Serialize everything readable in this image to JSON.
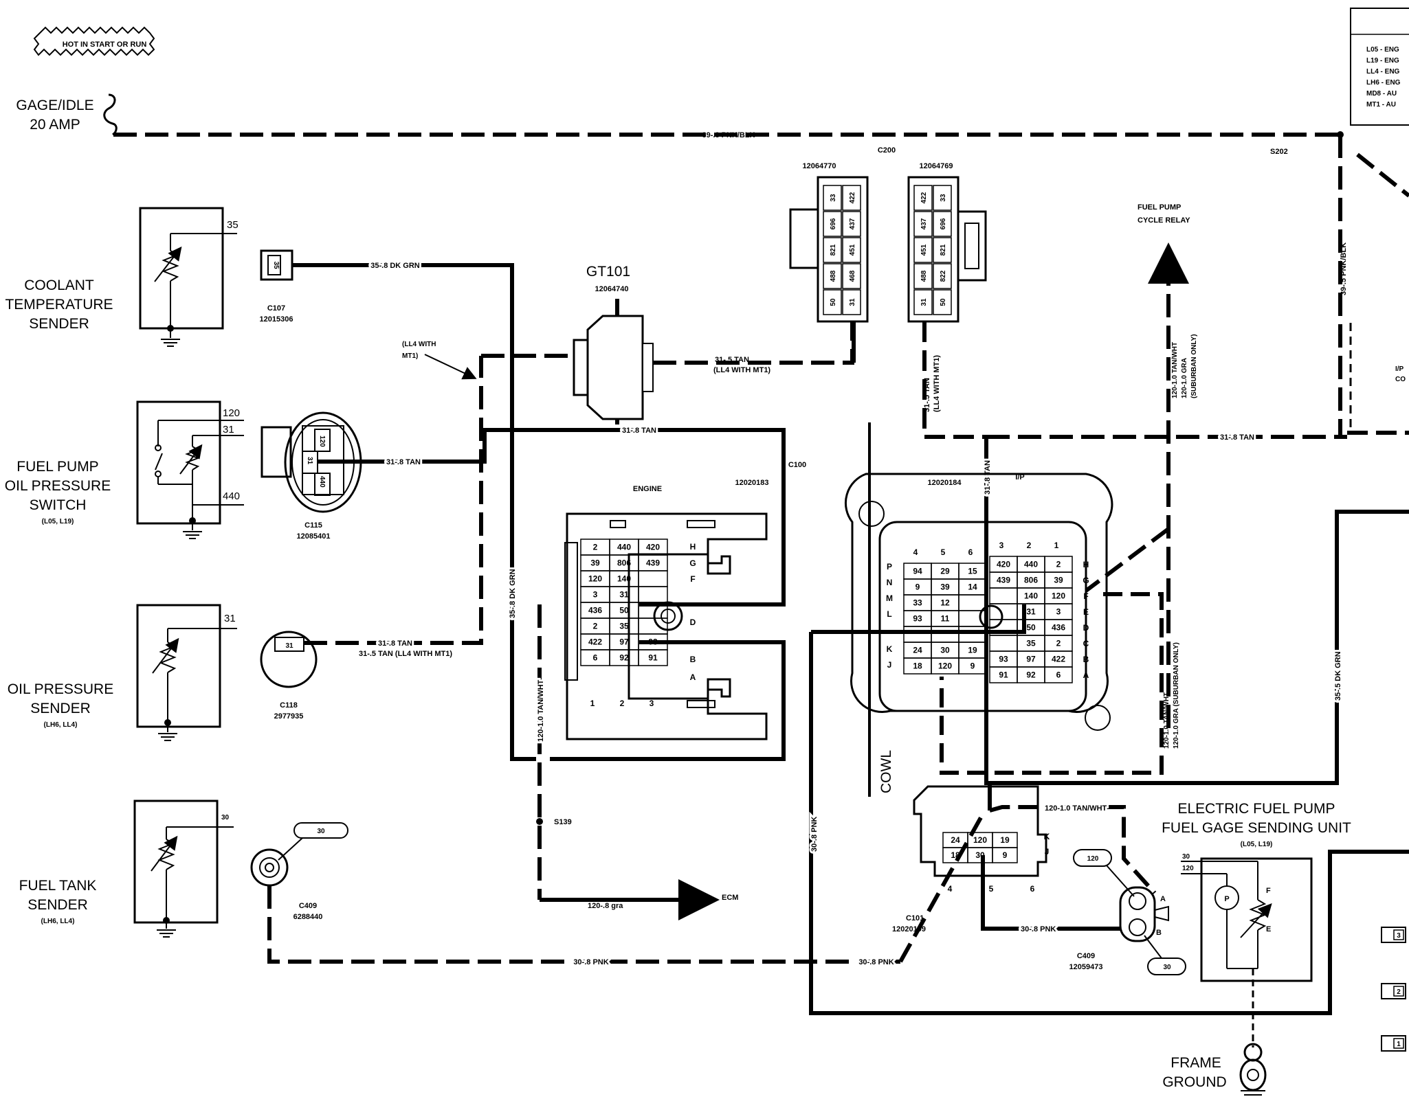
{
  "colors": {
    "ink": "#000000",
    "paper": "#ffffff"
  },
  "hot_tag": "HOT IN START OR RUN",
  "fuse": {
    "line1": "GAGE/IDLE",
    "line2": "20 AMP"
  },
  "wires": {
    "feed": "39-.8 PNK/BLK",
    "feed_vertical": "39-.5 PNK/BLK",
    "coolant": "35-.8 DK GRN",
    "coolant_vertical": "35-.8 DK GRN",
    "coolant_right": "35-.5 DK GRN",
    "oil_sw": "31-.8 TAN",
    "oil_sender_1": "31-.8 TAN",
    "oil_sender_2": "31-.5 TAN (LL4 WITH MT1)",
    "gt101_right_1": "31-.5 TAN",
    "gt101_right_2": "(LL4 WITH MT1)",
    "gt101_below": "31-.8 TAN",
    "c200_down_1": "31-.5 TAN",
    "c200_down_2": "(LL4 WITH MT1)",
    "ip_tan": "31-.8 TAN",
    "ip_vertical": "31-.8 TAN",
    "relay_1": "120-1.0 TAN/WHT",
    "relay_2": "120-1.0 GRA",
    "relay_3": "(SUBURBAN ONLY)",
    "pump_1": "120-1.0 TAN/WHT",
    "pump_2": "120-1.0 GRA (SUBURBAN ONLY)",
    "engine_vertical": "120-1.0 TAN/WHT",
    "ecm": "120-.8 gra",
    "c101_out": "120-1.0 TAN/WHT",
    "c101_pnk": "30-.8 PNK",
    "pnk_vertical": "30-.8 PNK",
    "tank_1": "30-.8 PNK",
    "tank_2": "30-.8 PNK"
  },
  "components": {
    "coolant_sender": {
      "l1": "COOLANT",
      "l2": "TEMPERATURE",
      "l3": "SENDER",
      "pin": "35"
    },
    "fuel_pump_switch": {
      "l1": "FUEL PUMP",
      "l2": "OIL PRESSURE",
      "l3": "SWITCH",
      "sub": "(L05, L19)",
      "pins": [
        "120",
        "31",
        "440"
      ]
    },
    "oil_sender": {
      "l1": "OIL PRESSURE",
      "l2": "SENDER",
      "sub": "(LH6, LL4)",
      "pin": "31"
    },
    "tank_sender": {
      "l1": "FUEL TANK",
      "l2": "SENDER",
      "sub": "(LH6, LL4)",
      "pin": "30"
    },
    "pump_unit": {
      "l1": "ELECTRIC FUEL PUMP",
      "l2": "FUEL GAGE SENDING UNIT",
      "sub": "(L05, L19)",
      "pins": [
        "30",
        "120",
        "F",
        "E"
      ]
    },
    "frame_ground": {
      "l1": "FRAME",
      "l2": "GROUND"
    },
    "relay": {
      "l1": "FUEL PUMP",
      "l2": "CYCLE RELAY"
    },
    "ecm": "ECM"
  },
  "connectors": {
    "c107": {
      "id": "C107",
      "part": "12015306",
      "pin": "35"
    },
    "c115": {
      "id": "C115",
      "part": "12085401",
      "pins": [
        "120",
        "31",
        "440"
      ]
    },
    "c118": {
      "id": "C118",
      "part": "2977935",
      "pin": "31"
    },
    "c409a": {
      "id": "C409",
      "part": "6288440",
      "pin": "30"
    },
    "c409b": {
      "id": "C409",
      "part": "12059473",
      "pins": [
        "120",
        "30"
      ],
      "cav": [
        "A",
        "B"
      ]
    },
    "c101": {
      "id": "C101",
      "part": "12020199",
      "grid": [
        "24",
        "120",
        "19",
        "18",
        "30",
        "9"
      ],
      "rows": [
        "K",
        "J"
      ],
      "cols": [
        "4",
        "5",
        "6"
      ]
    },
    "gt101": {
      "id": "GT101",
      "part": "12064740"
    },
    "c200": {
      "id": "C200",
      "part_left": "12064770",
      "part_right": "12064769",
      "left_pins": [
        "33",
        "422",
        "696",
        "437",
        "821",
        "451",
        "488",
        "468",
        "50",
        "31"
      ],
      "right_pins": [
        "422",
        "33",
        "437",
        "696",
        "451",
        "821",
        "488",
        "822",
        "31",
        "50"
      ]
    },
    "c100": {
      "id": "C100",
      "label": "ENGINE",
      "part": "12020183",
      "ip_part": "12020184",
      "ip": "I/P",
      "engine_grid": [
        "2",
        "440",
        "420",
        "39",
        "806",
        "439",
        "120",
        "140",
        "",
        "3",
        "31",
        "",
        "436",
        "50",
        "",
        "2",
        "35",
        "",
        "422",
        "97",
        "93",
        "6",
        "92",
        "91"
      ],
      "engine_rows": [
        "H",
        "G",
        "F",
        "D",
        "B",
        "A"
      ],
      "engine_cols": [
        "1",
        "2",
        "3"
      ],
      "ip_left": [
        "94",
        "29",
        "15",
        "9",
        "39",
        "14",
        "33",
        "12",
        "",
        "93",
        "11",
        "",
        "",
        "",
        "",
        "24",
        "30",
        "19",
        "18",
        "120",
        "9"
      ],
      "ip_right": [
        "420",
        "440",
        "2",
        "439",
        "806",
        "39",
        "",
        "140",
        "120",
        "",
        "31",
        "3",
        "",
        "50",
        "436",
        "",
        "35",
        "2",
        "93",
        "97",
        "422",
        "91",
        "92",
        "6"
      ],
      "ip_left_rows": [
        "P",
        "N",
        "M",
        "L",
        "K",
        "J"
      ],
      "ip_left_cols": [
        "4",
        "5",
        "6"
      ],
      "ip_right_rows": [
        "H",
        "G",
        "F",
        "E",
        "D",
        "C",
        "B",
        "A"
      ],
      "ip_right_cols": [
        "3",
        "2",
        "1"
      ]
    },
    "s139": "S139",
    "s202": "S202"
  },
  "notes": {
    "ll4_1": "(LL4 WITH",
    "ll4_2": "MT1)",
    "cowl": "COWL",
    "ip_co_1": "I/P",
    "ip_co_2": "CO"
  },
  "legend": [
    "L05 - ENG",
    "L19 - ENG",
    "LL4 - ENG",
    "LH6 - ENG",
    "MD8 - AU",
    "MT1 - AU"
  ],
  "pins_right": [
    "3",
    "2",
    "1"
  ]
}
